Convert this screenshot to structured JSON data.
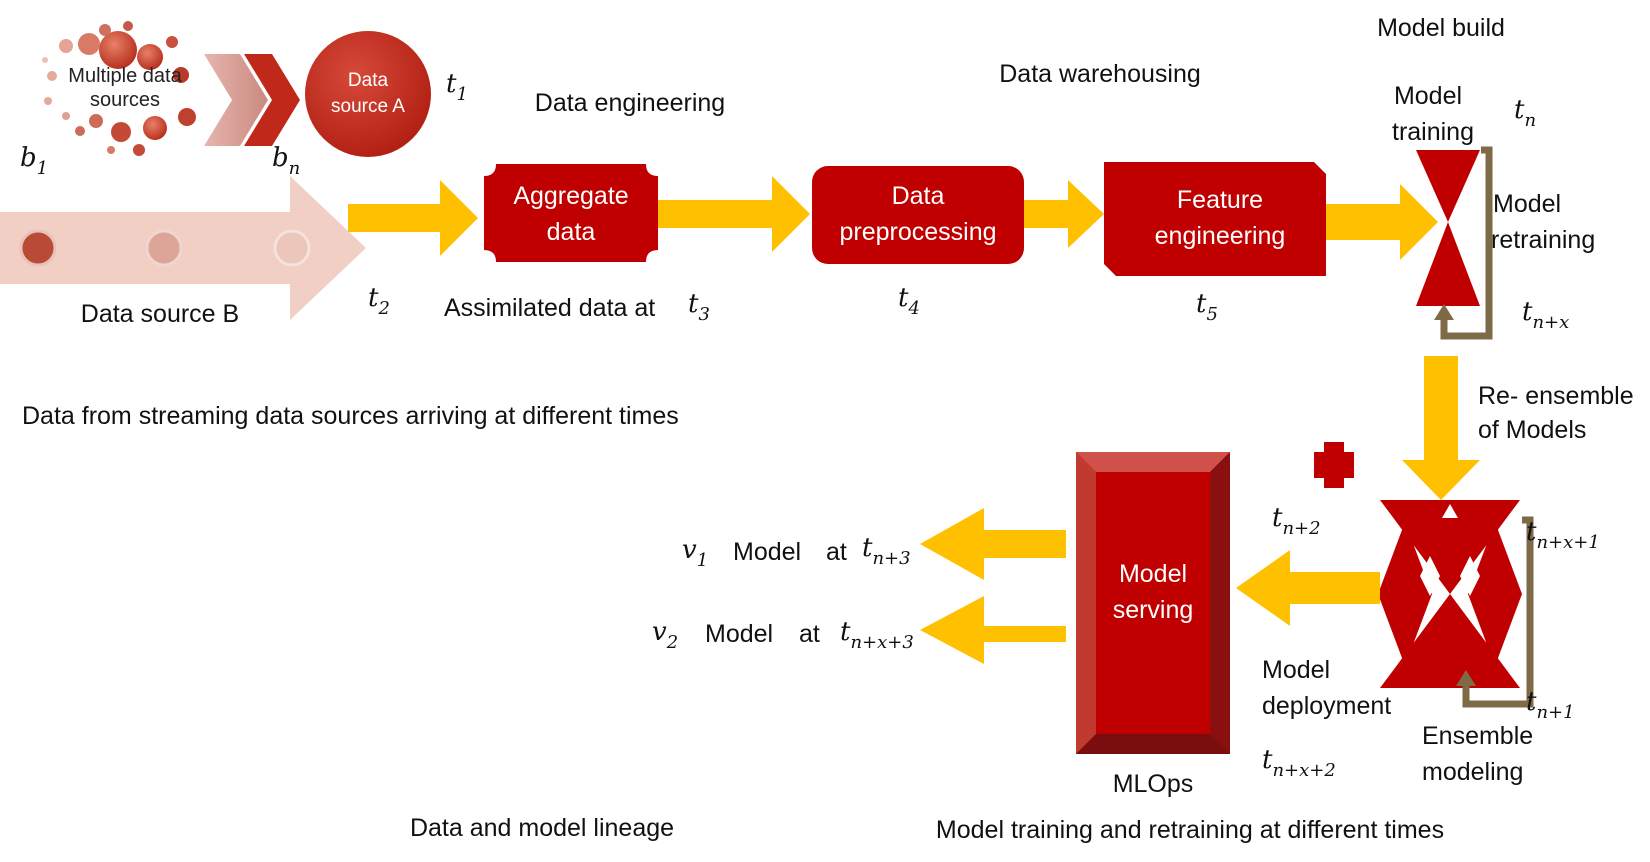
{
  "labels": {
    "multiple_sources": [
      "Multiple data",
      "sources"
    ],
    "source_a": [
      "Data",
      "source A"
    ],
    "source_b": "Data source B",
    "data_engineering": "Data engineering",
    "data_warehousing": "Data warehousing",
    "model_build": "Model build",
    "aggregate": [
      "Aggregate",
      "data"
    ],
    "preprocessing": [
      "Data",
      "preprocessing"
    ],
    "feature": [
      "Feature",
      "engineering"
    ],
    "model_training": [
      "Model",
      "training"
    ],
    "model_retraining": [
      "Model",
      "retraining"
    ],
    "assimilated": "Assimilated data at",
    "streaming_caption": "Data from streaming data sources arriving at different times",
    "re_ensemble": [
      "Re- ensemble",
      "of Models"
    ],
    "model_serving": [
      "Model",
      "serving"
    ],
    "mlops": "MLOps",
    "model_deployment": [
      "Model",
      "deployment"
    ],
    "ensemble_modeling": [
      "Ensemble",
      "modeling"
    ],
    "version1_model": "Model",
    "version1_at": "at",
    "version2_model": "Model",
    "version2_at": "at",
    "lineage_caption": "Data and model lineage",
    "training_caption": "Model training and retraining at different times"
  },
  "math": {
    "b1": {
      "base": "b",
      "sub": "1"
    },
    "bn": {
      "base": "b",
      "sub": "n"
    },
    "t1": {
      "base": "t",
      "sub": "1"
    },
    "t2": {
      "base": "t",
      "sub": "2"
    },
    "t3": {
      "base": "t",
      "sub": "3"
    },
    "t4": {
      "base": "t",
      "sub": "4"
    },
    "t5": {
      "base": "t",
      "sub": "5"
    },
    "tn": {
      "base": "t",
      "sub": "n"
    },
    "tnx": {
      "base": "t",
      "sub": "n+x"
    },
    "tn2": {
      "base": "t",
      "sub": "n+2"
    },
    "tnx1": {
      "base": "t",
      "sub": "n+x+1"
    },
    "tn1": {
      "base": "t",
      "sub": "n+1"
    },
    "tnx2": {
      "base": "t",
      "sub": "n+x+2"
    },
    "v1": {
      "base": "v",
      "sub": "1"
    },
    "tn3": {
      "base": "t",
      "sub": "n+3"
    },
    "v2": {
      "base": "v",
      "sub": "2"
    },
    "tnx3": {
      "base": "t",
      "sub": "n+x+3"
    }
  },
  "colors": {
    "dark_red": "#c00000",
    "arrow_yellow": "#ffc000",
    "pale_pink": "#f2cfc4",
    "loop_brown": "#7f6a47"
  }
}
